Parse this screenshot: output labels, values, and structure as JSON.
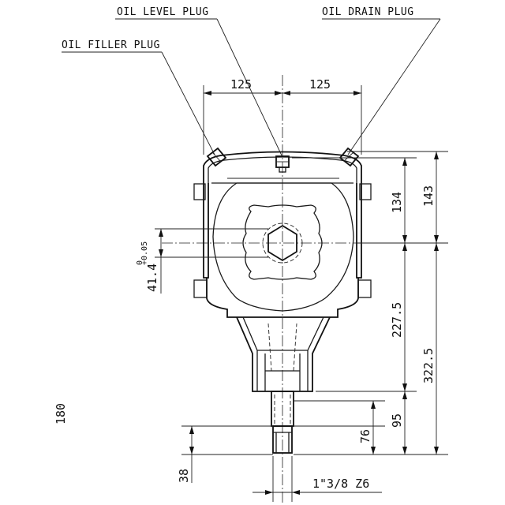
{
  "callouts": {
    "oil_level_plug": "OIL LEVEL PLUG",
    "oil_drain_plug": "OIL DRAIN PLUG",
    "oil_filler_plug": "OIL FILLER PLUG"
  },
  "dimensions": {
    "width_left": "125",
    "width_right": "125",
    "height_134": "134",
    "height_143": "143",
    "height_227_5": "227.5",
    "height_322_5": "322.5",
    "height_95": "95",
    "height_76": "76",
    "height_38": "38",
    "bore_41_4": "41.4",
    "bore_tol_upper": "+0.05",
    "bore_tol_lower": "0",
    "spline": "1\"3/8 Z6",
    "side_mark": "180"
  }
}
